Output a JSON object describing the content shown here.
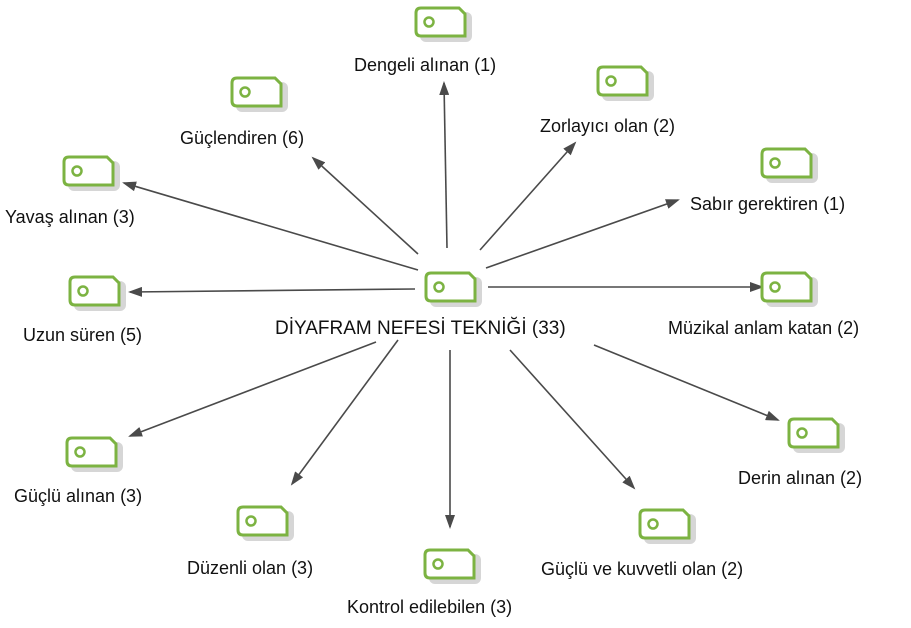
{
  "diagram": {
    "center": {
      "label": "DİYAFRAM NEFESİ TEKNİĞİ (33)"
    },
    "nodes": [
      {
        "id": "dengeli",
        "label": "Dengeli alınan (1)"
      },
      {
        "id": "zorlayici",
        "label": "Zorlayıcı olan (2)"
      },
      {
        "id": "sabir",
        "label": "Sabır gerektiren (1)"
      },
      {
        "id": "muzikal",
        "label": "Müzikal anlam katan (2)"
      },
      {
        "id": "derin",
        "label": "Derin alınan (2)"
      },
      {
        "id": "guclu-kuvvetli",
        "label": "Güçlü ve kuvvetli olan (2)"
      },
      {
        "id": "kontrol",
        "label": "Kontrol edilebilen (3)"
      },
      {
        "id": "duzenli",
        "label": "Düzenli olan (3)"
      },
      {
        "id": "guclu-alinan",
        "label": "Güçlü alınan (3)"
      },
      {
        "id": "uzun",
        "label": "Uzun süren (5)"
      },
      {
        "id": "yavas",
        "label": "Yavaş alınan (3)"
      },
      {
        "id": "guclendiren",
        "label": "Güçlendiren (6)"
      }
    ]
  },
  "colors": {
    "icon_stroke": "#7cb342",
    "icon_fill": "#ffffff",
    "icon_shadow": "#d6d6d6",
    "arrow": "#4a4a4a",
    "text": "#111111"
  },
  "icon": "code-tag-icon"
}
